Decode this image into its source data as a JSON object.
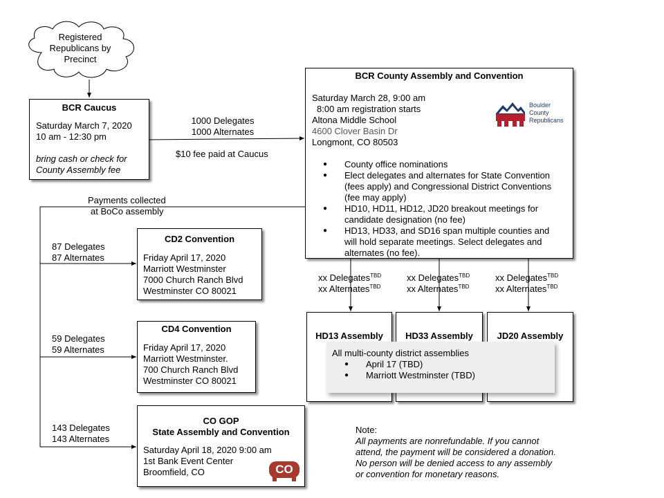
{
  "cloud": {
    "lines": [
      "Registered",
      "Republicans by",
      "Precinct"
    ]
  },
  "caucus": {
    "title": "BCR Caucus",
    "date": "Saturday March 7, 2020",
    "time": "10 am - 12:30 pm",
    "note": [
      "bring cash or check for",
      "County Assembly fee"
    ]
  },
  "caucus_to_assembly": {
    "delegates": "1000 Delegates",
    "alternates": "1000 Alternates",
    "fee": "$10 fee paid at Caucus"
  },
  "county_assembly": {
    "title": "BCR County Assembly and Convention",
    "date": "Saturday March 28, 9:00 am",
    "registration": "8:00 am registration starts",
    "venue": "Altona Middle School",
    "street": "4600 Clover Basin Dr",
    "city": "Longmont, CO 80503",
    "logo": {
      "lines": [
        "Boulder",
        "County",
        "Republicans"
      ],
      "icon": "elephant-mountain-logo"
    },
    "bullets": [
      [
        "County office nominations"
      ],
      [
        "Elect delegates and alternates for State Convention",
        "(fees apply) and Congressional  District Conventions",
        "(fee may apply)"
      ],
      [
        "HD10, HD11, HD12, JD20 breakout meetings for",
        "candidate designation (no fee)"
      ],
      [
        "HD13, HD33, and SD16 span multiple counties and",
        "will hold separate meetings.  Select delegates and",
        "alternates (no fee)."
      ]
    ]
  },
  "payments": {
    "lines": [
      "Payments collected",
      "at BoCo assembly"
    ]
  },
  "cd2": {
    "delegates": "87 Delegates",
    "alternates": "87 Alternates",
    "title": "CD2 Convention",
    "lines": [
      "Friday April 17, 2020",
      "Marriott Westminster",
      "7000 Church Ranch Blvd",
      "Westminster CO 80021"
    ]
  },
  "cd4": {
    "delegates": "59 Delegates",
    "alternates": "59 Alternates",
    "title": "CD4 Convention",
    "lines": [
      "Friday April 17, 2020",
      "Marriott Westminster.",
      "700 Church Ranch Blvd",
      "Westminster CO 80021"
    ]
  },
  "state": {
    "delegates": "143 Delegates",
    "alternates": "143 Alternates",
    "title_lines": [
      "CO GOP",
      "State Assembly and Convention"
    ],
    "lines": [
      "Saturday April 18, 2020  9:00 am",
      "1st Bank Event Center",
      "Broomfield,  CO"
    ],
    "logo": {
      "text": "CO",
      "icon": "co-gop-elephant-logo"
    }
  },
  "district_labels": {
    "delegates": "xx Delegates",
    "alternates": "xx Alternates",
    "sup": "TBD"
  },
  "districts": [
    {
      "title": "HD13 Assembly"
    },
    {
      "title": "HD33 Assembly"
    },
    {
      "title": "JD20 Assembly"
    }
  ],
  "multi_county": {
    "heading": "All multi-county district assemblies",
    "items": [
      "April 17 (TBD)",
      "Marriott Westminster (TBD)"
    ]
  },
  "note": {
    "label": "Note:",
    "lines": [
      "All payments are nonrefundable.  If you cannot",
      "attend, the payment will be considered a donation.",
      "No person will be denied access to any assembly",
      "or convention for monetary reasons."
    ]
  },
  "colors": {
    "logo_red": "#b51f2e",
    "logo_navy": "#1f3a66",
    "co_logo_red": "#a63a2e"
  }
}
